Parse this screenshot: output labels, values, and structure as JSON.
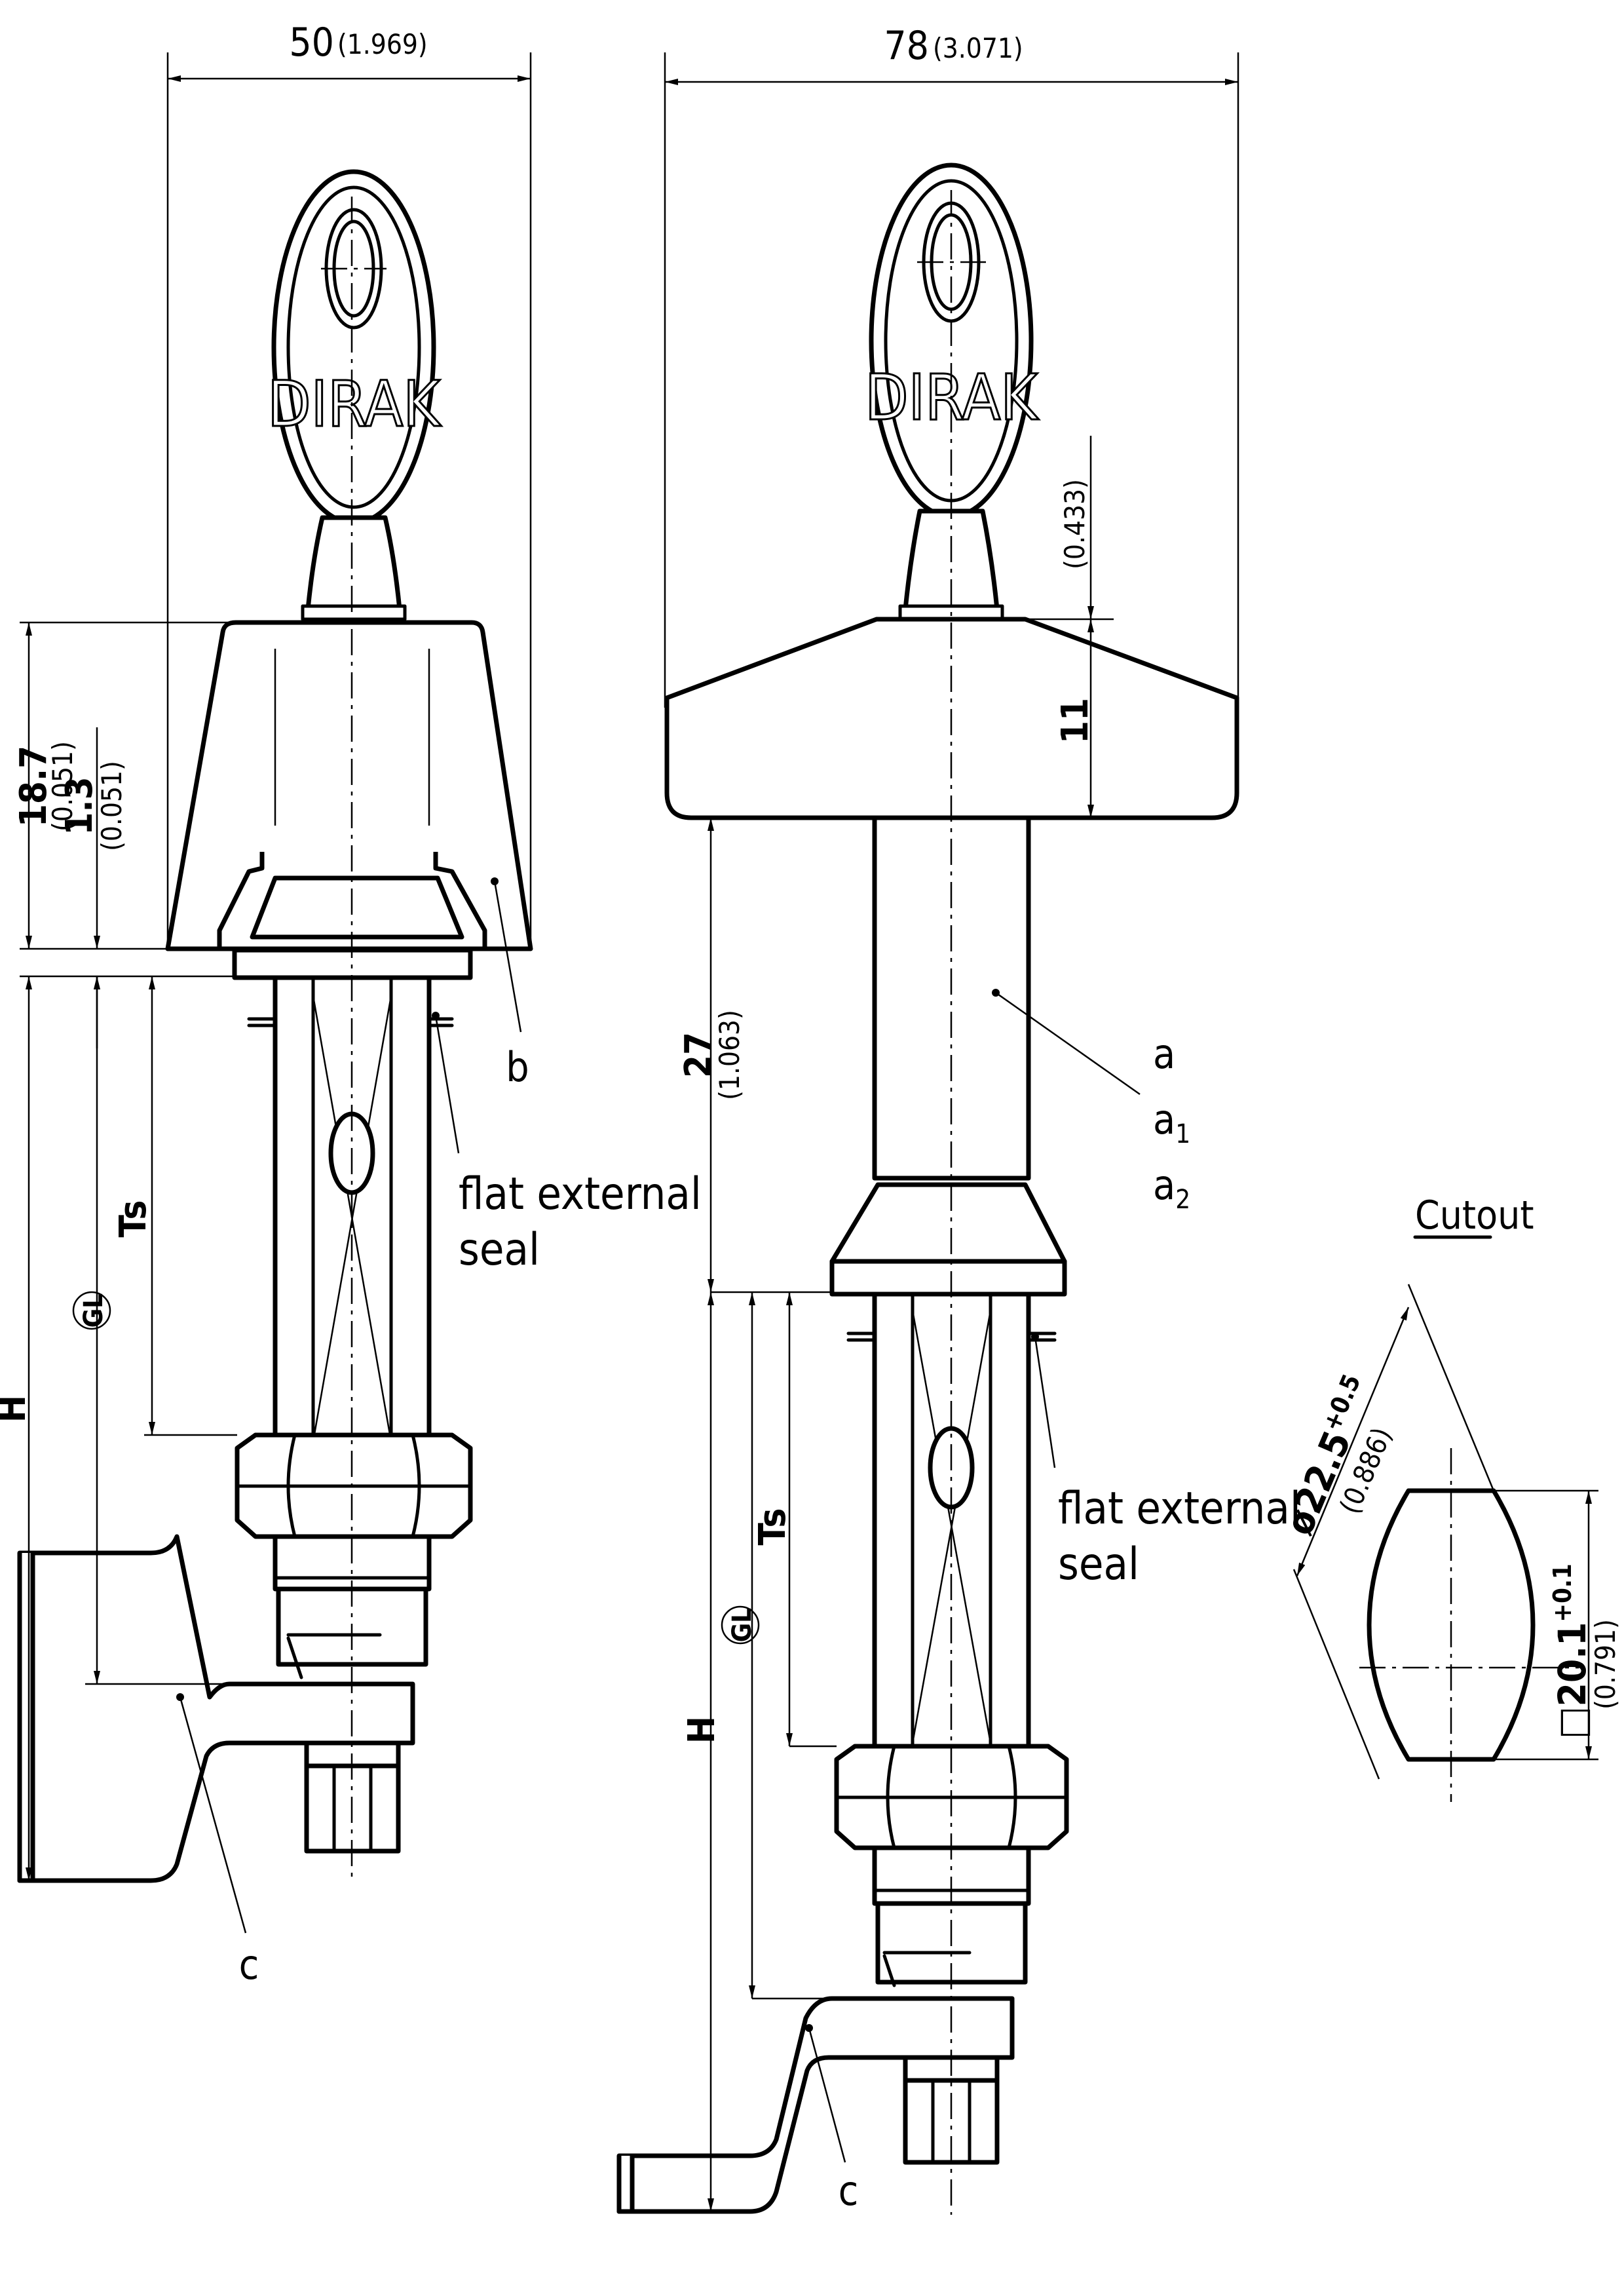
{
  "left_view": {
    "dim_width": "50",
    "dim_width_in": "(1.969)",
    "dim_height": "18.7",
    "dim_height_in": "(0.051)",
    "dim_flange": "1.3",
    "dim_flange_in": "(0.051)",
    "label_H": "H",
    "label_GL": "GL",
    "label_Ts": "Ts",
    "key_brand": "DIRAK",
    "callout_b": "b",
    "callout_c": "c",
    "seal_line1": "flat external",
    "seal_line2": "seal"
  },
  "right_view": {
    "dim_width": "78",
    "dim_width_in": "(3.071)",
    "dim_top_in": "(0.433)",
    "dim_head": "11",
    "dim_shaft": "27",
    "dim_shaft_in": "(1.063)",
    "label_H": "H",
    "label_GL": "GL",
    "label_Ts": "Ts",
    "key_brand": "DIRAK",
    "callout_a": "a",
    "callout_a1_base": "a",
    "callout_a1_sub": "1",
    "callout_a2_base": "a",
    "callout_a2_sub": "2",
    "callout_c": "c",
    "seal_line1": "flat external",
    "seal_line2": "seal"
  },
  "cutout": {
    "title": "Cutout",
    "dia_prefix": "ø22.5",
    "dia_tol": "+0.5",
    "dia_in": "(0.886)",
    "square_prefix": "□20.1",
    "square_tol": "+0.1",
    "square_in": "(0.791)"
  }
}
